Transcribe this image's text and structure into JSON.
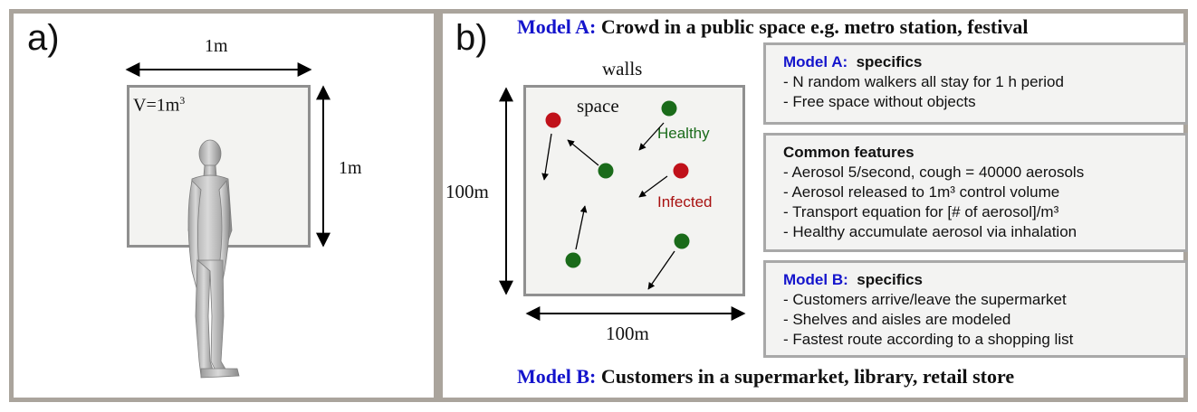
{
  "panel_a": {
    "letter": "a)",
    "width_label": "1m",
    "height_label": "1m",
    "volume_label": "V=1m",
    "volume_exponent": "3"
  },
  "panel_b": {
    "letter": "b)",
    "model_a_title": {
      "label": "Model A:",
      "text": " Crowd in a public space e.g. metro station, festival"
    },
    "model_b_title": {
      "label": "Model B:",
      "text": " Customers in a supermarket, library, retail store"
    },
    "walls_label": "walls",
    "space_label": "space",
    "healthy_label": "Healthy",
    "infected_label": "Infected",
    "height_label": "100m",
    "width_label": "100m",
    "colors": {
      "healthy": "#1a6b1a",
      "infected": "#c0111a",
      "model_label": "#1414cc"
    }
  },
  "boxes": {
    "model_a": {
      "label": "Model A:",
      "title": "specifics",
      "lines": [
        "- N random walkers all stay for 1 h period",
        "- Free space without objects"
      ]
    },
    "common": {
      "title": "Common features",
      "lines": [
        "- Aerosol 5/second, cough = 40000 aerosols",
        "- Aerosol released to 1m³ control volume",
        "- Transport equation for [# of aerosol]/m³",
        "- Healthy accumulate aerosol via inhalation"
      ]
    },
    "model_b": {
      "label": "Model B:",
      "title": "specifics",
      "lines": [
        "- Customers arrive/leave the supermarket",
        "- Shelves and aisles are modeled",
        "- Fastest route according to a shopping list"
      ]
    }
  }
}
